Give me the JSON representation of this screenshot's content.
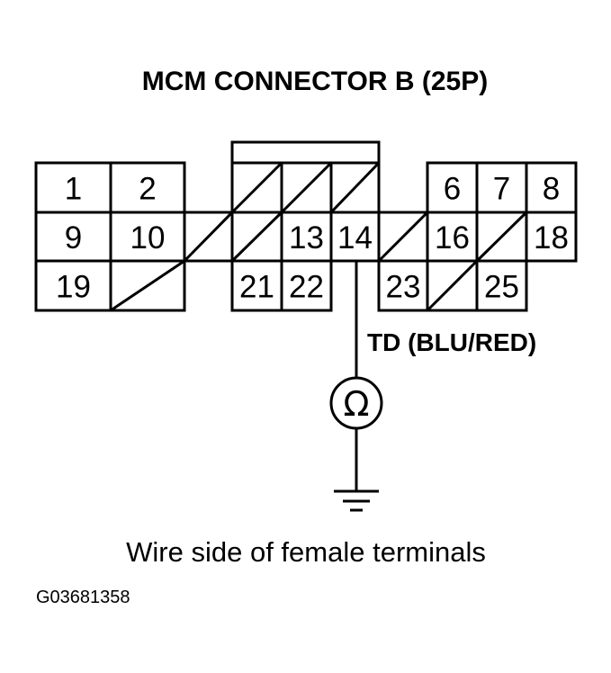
{
  "title": "MCM CONNECTOR B (25P)",
  "connector": {
    "pins": [
      {
        "label": "1",
        "empty": false
      },
      {
        "label": "2",
        "empty": false
      },
      {
        "label": "",
        "empty": true
      },
      {
        "label": "",
        "empty": true
      },
      {
        "label": "",
        "empty": true
      },
      {
        "label": "6",
        "empty": false
      },
      {
        "label": "7",
        "empty": false
      },
      {
        "label": "8",
        "empty": false
      },
      {
        "label": "9",
        "empty": false
      },
      {
        "label": "10",
        "empty": false
      },
      {
        "label": "",
        "empty": true
      },
      {
        "label": "",
        "empty": true
      },
      {
        "label": "13",
        "empty": false
      },
      {
        "label": "14",
        "empty": false
      },
      {
        "label": "",
        "empty": true
      },
      {
        "label": "16",
        "empty": false
      },
      {
        "label": "",
        "empty": true
      },
      {
        "label": "18",
        "empty": false
      },
      {
        "label": "19",
        "empty": false
      },
      {
        "label": "",
        "empty": true
      },
      {
        "label": "21",
        "empty": false
      },
      {
        "label": "22",
        "empty": false
      },
      {
        "label": "23",
        "empty": false
      },
      {
        "label": "",
        "empty": true
      },
      {
        "label": "25",
        "empty": false
      }
    ]
  },
  "wire": {
    "label": "TD (BLU/RED)",
    "pin": "14"
  },
  "meter": {
    "symbol": "Ω",
    "icon": "ohmmeter-icon"
  },
  "ground": {
    "icon": "ground-icon"
  },
  "caption": "Wire side of female terminals",
  "figure_id": "G03681358"
}
